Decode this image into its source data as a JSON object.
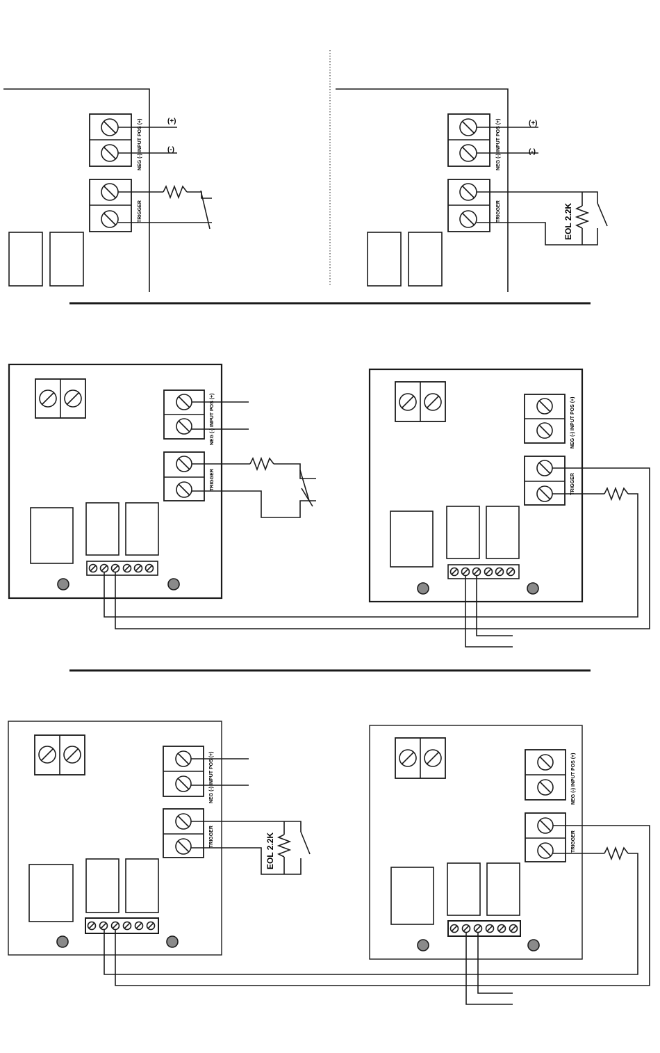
{
  "labels": {
    "terminal_input": "NEG (-) INPUT POS (+)",
    "terminal_trigger": "TRIGGER",
    "positive": "(+)",
    "negative": "(-)",
    "eol_resistor": "EOL 2.2K"
  },
  "colors": {
    "line": "#1a1a1a",
    "led_fill": "#8a8a8a",
    "background": "#ffffff"
  },
  "icons": {
    "terminal_screw": "screw-terminal-icon",
    "resistor": "resistor-zigzag-icon",
    "switch": "normally-open-switch-icon",
    "led": "led-indicator-icon"
  }
}
